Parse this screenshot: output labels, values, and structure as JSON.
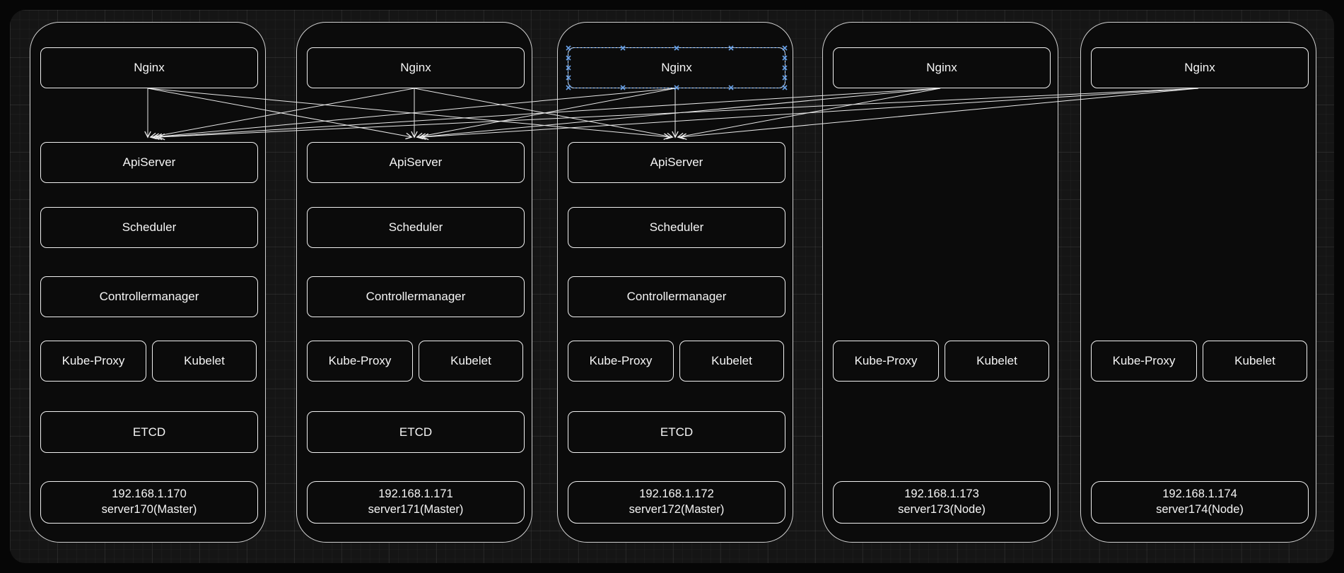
{
  "app": {
    "canvas": "diagram-grid-canvas",
    "selection_color": "#6aa2e8",
    "shape_border_color": "#f0f0f0",
    "connector_color": "#e8e8e8",
    "background_color": "#151515"
  },
  "diagram": {
    "servers": [
      {
        "nginx": "Nginx",
        "api_server": "ApiServer",
        "scheduler": "Scheduler",
        "controller_manager": "Controllermanager",
        "kube_proxy": "Kube-Proxy",
        "kubelet": "Kubelet",
        "etcd": "ETCD",
        "ip": "192.168.1.170",
        "host_label": "server170(Master)",
        "is_master": true,
        "nginx_selected": false
      },
      {
        "nginx": "Nginx",
        "api_server": "ApiServer",
        "scheduler": "Scheduler",
        "controller_manager": "Controllermanager",
        "kube_proxy": "Kube-Proxy",
        "kubelet": "Kubelet",
        "etcd": "ETCD",
        "ip": "192.168.1.171",
        "host_label": "server171(Master)",
        "is_master": true,
        "nginx_selected": false
      },
      {
        "nginx": "Nginx",
        "api_server": "ApiServer",
        "scheduler": "Scheduler",
        "controller_manager": "Controllermanager",
        "kube_proxy": "Kube-Proxy",
        "kubelet": "Kubelet",
        "etcd": "ETCD",
        "ip": "192.168.1.172",
        "host_label": "server172(Master)",
        "is_master": true,
        "nginx_selected": true
      },
      {
        "nginx": "Nginx",
        "kube_proxy": "Kube-Proxy",
        "kubelet": "Kubelet",
        "ip": "192.168.1.173",
        "host_label": "server173(Node)",
        "is_master": false,
        "nginx_selected": false
      },
      {
        "nginx": "Nginx",
        "kube_proxy": "Kube-Proxy",
        "kubelet": "Kubelet",
        "ip": "192.168.1.174",
        "host_label": "server174(Node)",
        "is_master": false,
        "nginx_selected": false
      }
    ],
    "connections": "every Nginx connects to the ApiServer of each Master"
  }
}
